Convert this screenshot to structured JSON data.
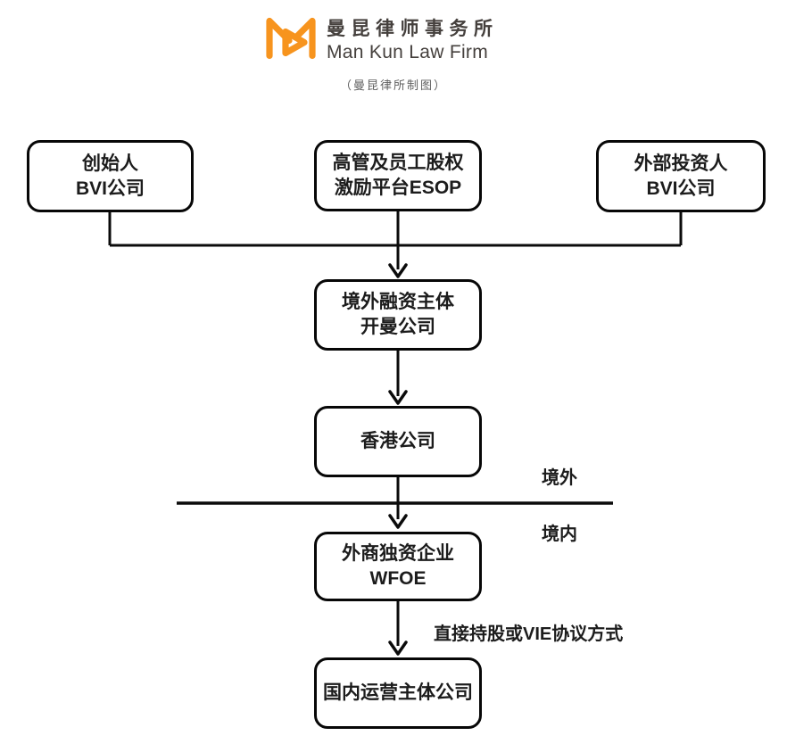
{
  "header": {
    "brand_cn": "曼昆律师事务所",
    "brand_en": "Man Kun Law Firm",
    "caption": "（曼昆律所制图）"
  },
  "colors": {
    "brand_orange": "#F7941E",
    "line_black": "#0b0b0b"
  },
  "diagram": {
    "nodes": {
      "founder": {
        "line1": "创始人",
        "line2": "BVI公司"
      },
      "esop": {
        "line1": "高管及员工股权",
        "line2": "激励平台ESOP"
      },
      "investor": {
        "line1": "外部投资人",
        "line2": "BVI公司"
      },
      "cayman": {
        "line1": "境外融资主体",
        "line2": "开曼公司"
      },
      "hongkong": {
        "line1": "香港公司"
      },
      "wfoe": {
        "line1": "外商独资企业",
        "line2": "WFOE"
      },
      "domestic": {
        "line1": "国内运营主体公司"
      }
    },
    "labels": {
      "offshore": "境外",
      "onshore": "境内",
      "arrow_note": "直接持股或VIE协议方式"
    }
  }
}
